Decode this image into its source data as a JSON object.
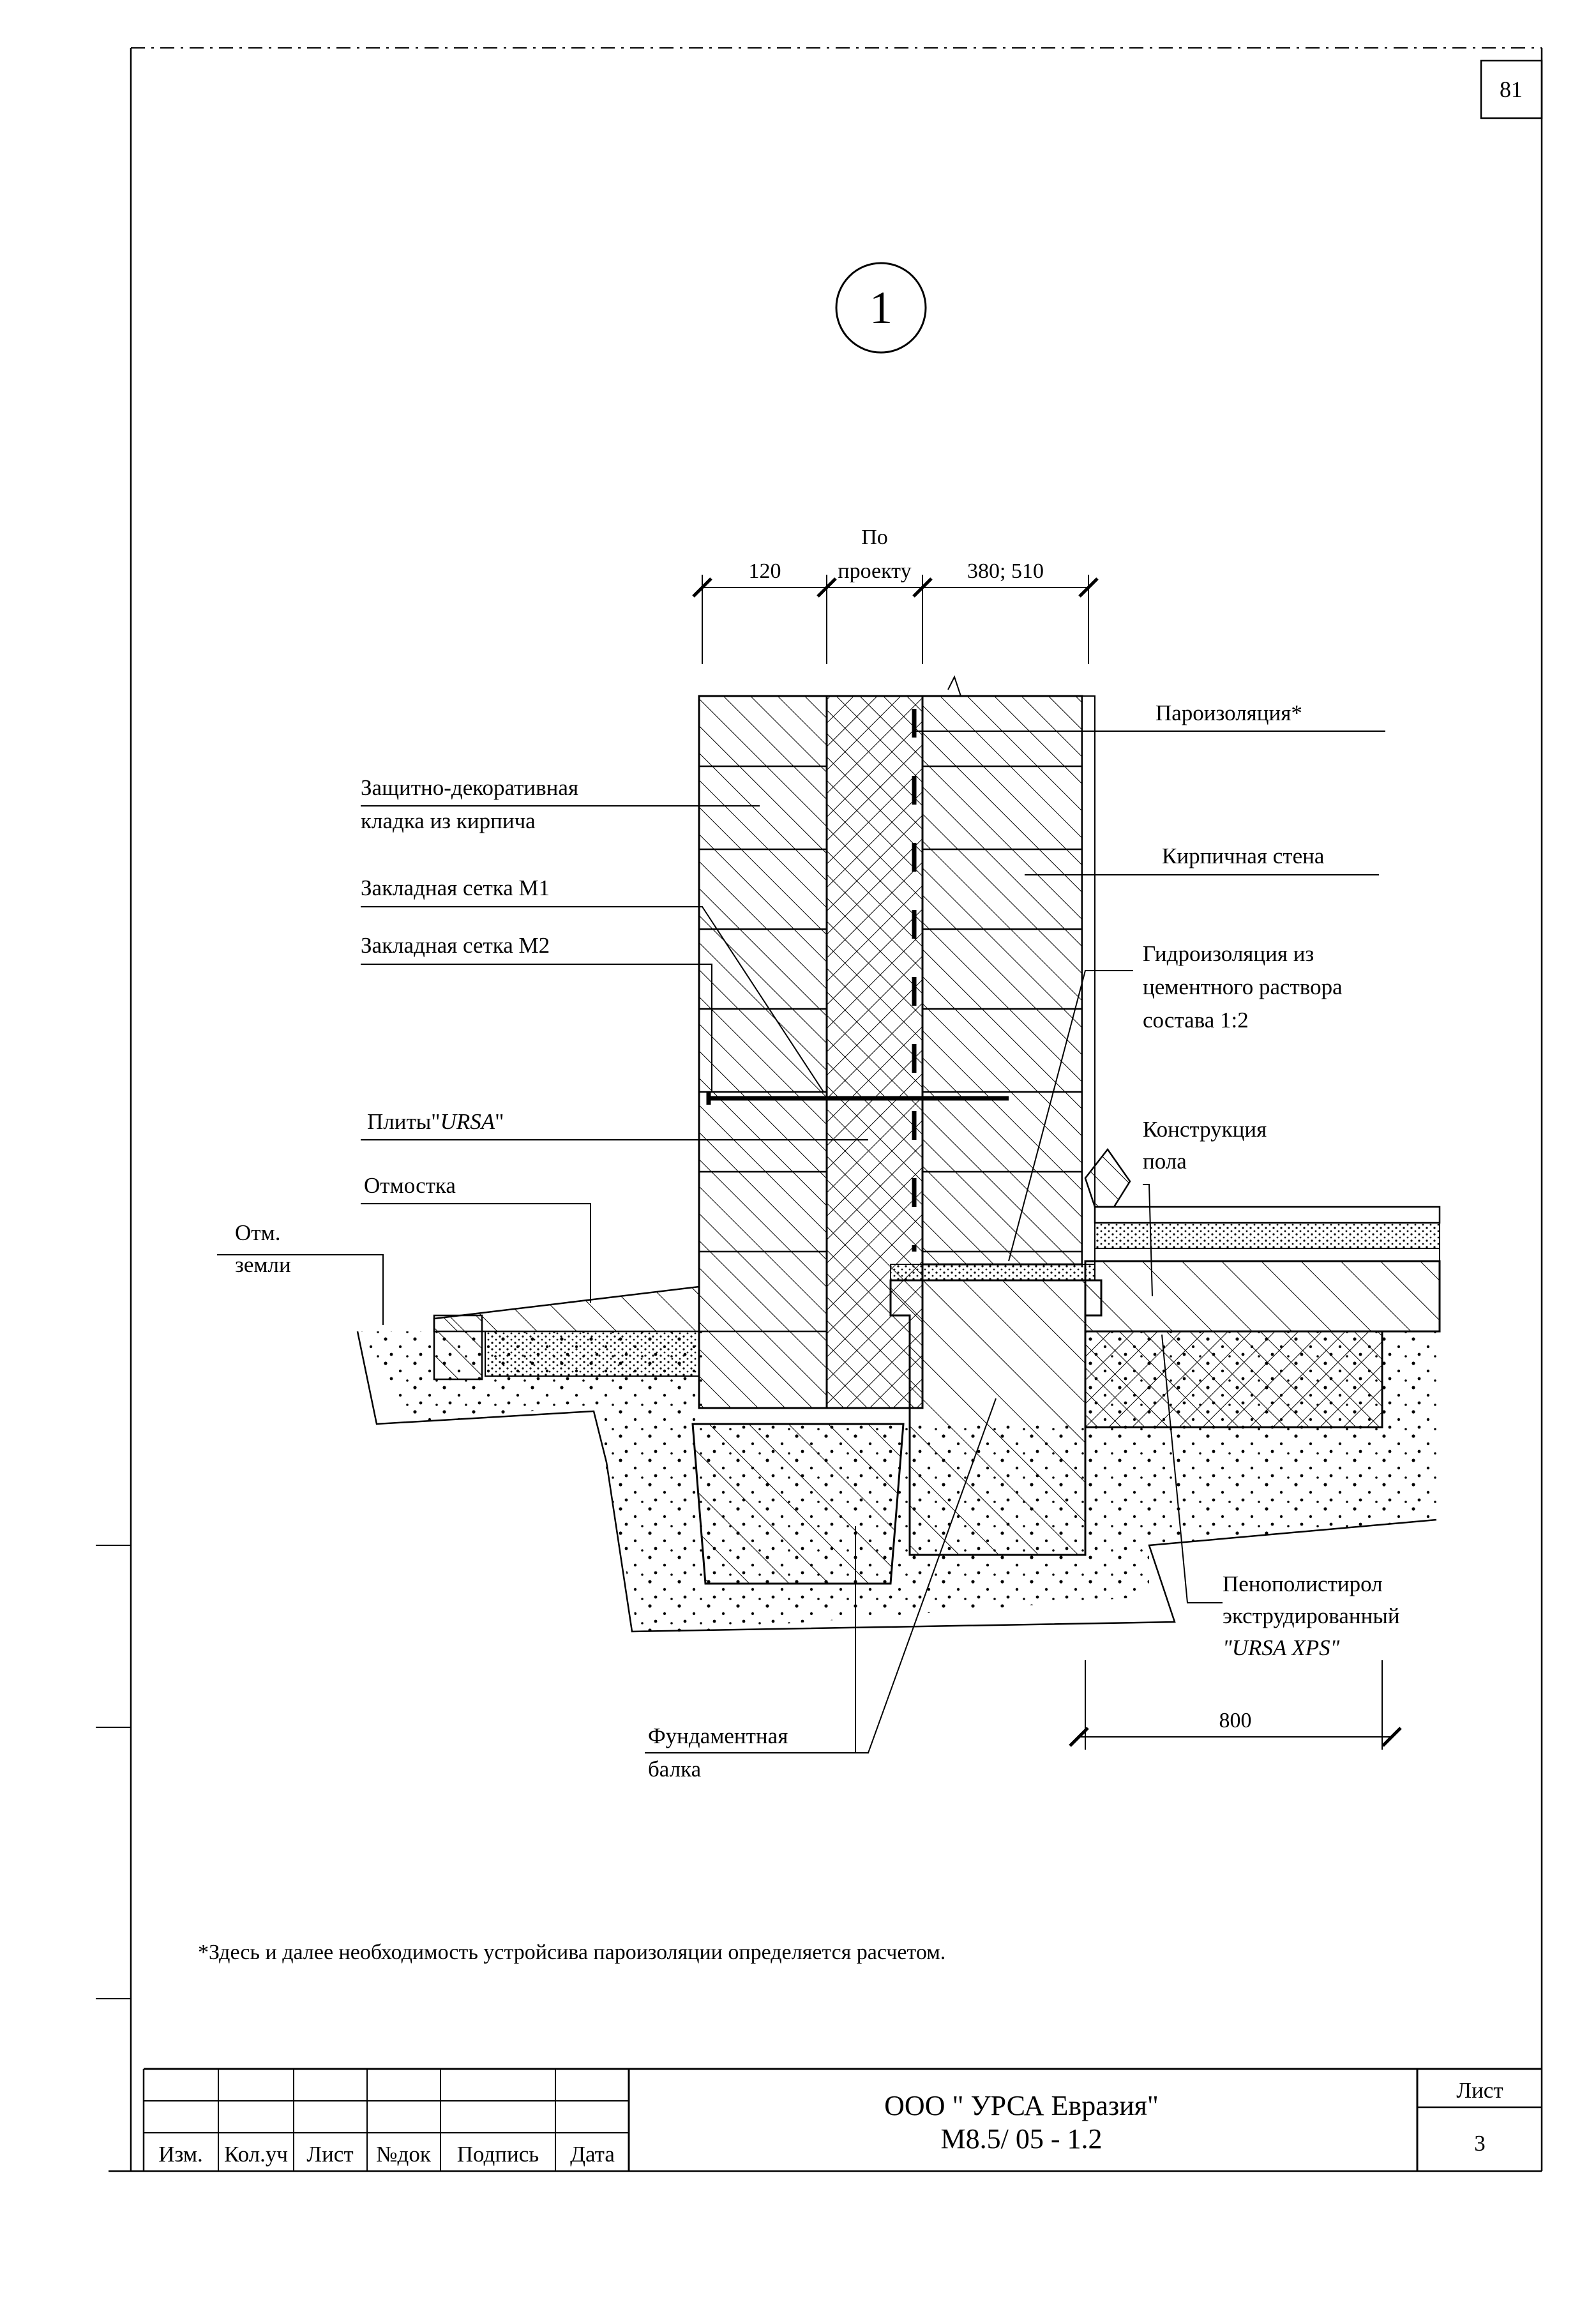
{
  "sheet_number": "81",
  "detail_number": "1",
  "dimensions": {
    "top_left": "120",
    "top_middle_line1": "По",
    "top_middle_line2": "проекту",
    "top_right": "380; 510",
    "bottom": "800"
  },
  "callouts": {
    "vapor_barrier": "Пароизоляция*",
    "decorative_masonry_1": "Защитно-декоративная",
    "decorative_masonry_2": "кладка из кирпича",
    "brick_wall": "Кирпичная стена",
    "mesh_m1": "Закладная сетка М1",
    "mesh_m2": "Закладная сетка М2",
    "waterproofing_1": "Гидроизоляция из",
    "waterproofing_2": "цементного раствора",
    "waterproofing_3": "состава 1:2",
    "ursa_boards_prefix": "Плиты\"",
    "ursa_boards_brand": "URSA",
    "ursa_boards_suffix": "\"",
    "floor_construction_1": "Конструкция",
    "floor_construction_2": "пола",
    "blind_area": "Отмостка",
    "ground_level_1": "Отм.",
    "ground_level_2": "земли",
    "xps_1": "Пенополистирол",
    "xps_2": "экструдированный",
    "xps_3": "\"URSA XPS\"",
    "foundation_beam_1": "Фундаментная",
    "foundation_beam_2": "балка"
  },
  "footnote": "*Здесь и далее необходимость устройсива пароизоляции определяется расчетом.",
  "title_block": {
    "columns": [
      "Изм.",
      "Кол.уч",
      "Лист",
      "№док",
      "Подпись",
      "Дата"
    ],
    "company": "ООО \" УРСА Евразия\"",
    "document_code": "М8.5/ 05 - 1.2",
    "sheet_label": "Лист",
    "sheet_value": "3"
  }
}
